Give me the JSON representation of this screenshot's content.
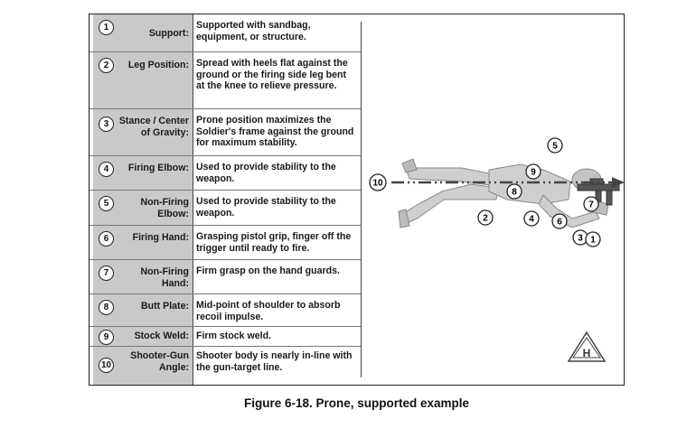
{
  "table": {
    "rows": [
      {
        "num": "1",
        "label": "Support:",
        "desc": "Supported with sandbag, equipment, or structure."
      },
      {
        "num": "2",
        "label": "Leg Position:",
        "desc": "Spread with heels flat against the ground or the firing side leg bent at the knee to relieve pressure."
      },
      {
        "num": "3",
        "label": "Stance / Center of Gravity:",
        "desc": "Prone position maximizes the Soldier's frame against the ground for maximum stability."
      },
      {
        "num": "4",
        "label": "Firing Elbow:",
        "desc": "Used to provide stability to the weapon."
      },
      {
        "num": "5",
        "label": "Non-Firing Elbow:",
        "desc": "Used to provide stability to the weapon."
      },
      {
        "num": "6",
        "label": "Firing Hand:",
        "desc": "Grasping pistol grip, finger off the trigger until ready to fire."
      },
      {
        "num": "7",
        "label": "Non-Firing Hand:",
        "desc": "Firm grasp on the hand guards."
      },
      {
        "num": "8",
        "label": "Butt Plate:",
        "desc": "Mid-point of shoulder to absorb recoil impulse."
      },
      {
        "num": "9",
        "label": "Stock Weld:",
        "desc": "Firm stock weld."
      },
      {
        "num": "10",
        "label": "Shooter-Gun Angle:",
        "desc": "Shooter body is nearly in-line with the gun-target line."
      }
    ]
  },
  "illustration": {
    "callouts": [
      "10",
      "2",
      "3",
      "5",
      "9",
      "8",
      "4",
      "6",
      "7",
      "1"
    ],
    "hands_on_mark": "H"
  },
  "caption": "Figure 6-18. Prone, supported example"
}
